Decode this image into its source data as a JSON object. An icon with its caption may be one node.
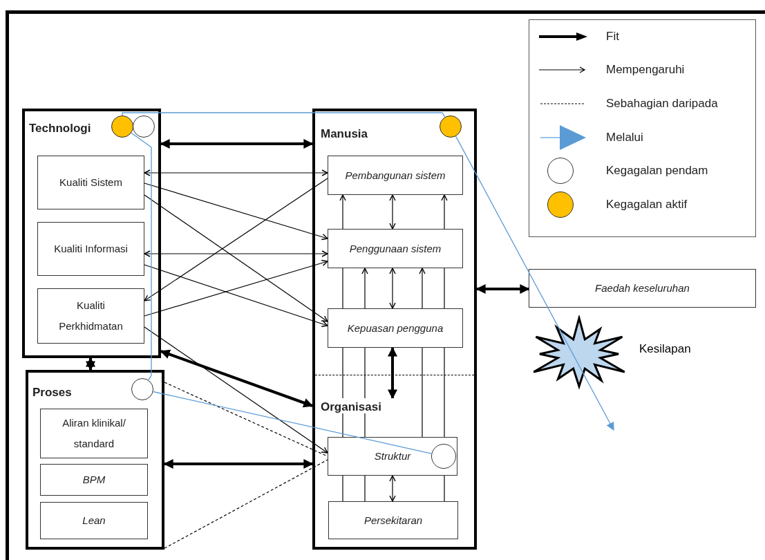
{
  "diagram": {
    "nodes": [
      {
        "text": [
          "Technologi"
        ]
      },
      {
        "text": [
          "Kualiti Sistem"
        ],
        "in": 0
      },
      {
        "text": [
          "Kualiti Informasi"
        ],
        "in": 0
      },
      {
        "text": [
          "Kualiti Perkhidmatan"
        ],
        "in": 0
      },
      {
        "text": [
          "Manusia"
        ]
      },
      {
        "text": [
          "Pembangunan sistem"
        ],
        "in": 4
      },
      {
        "text": [
          "Penggunaan sistem"
        ],
        "in": 4
      },
      {
        "text": [
          "Kepuasan pengguna"
        ],
        "in": 4
      },
      {
        "text": [
          "Struktur"
        ],
        "in": 4
      },
      {
        "text": [
          "Persekitaran"
        ],
        "in": 4
      },
      {
        "text": [
          "Proses"
        ]
      },
      {
        "text": [
          "Aliran klinikal/ standard"
        ],
        "in": 10
      },
      {
        "text": [
          "BPM"
        ],
        "in": 10
      },
      {
        "text": [
          "Lean"
        ],
        "in": 10
      },
      {
        "text": [
          "Faedah keseluruhan"
        ]
      },
      {
        "text": [],
        "shape": "starburst",
        "beside": [
          "Kesilapan"
        ]
      },
      {
        "text": [],
        "shape": "circle",
        "in": 0
      },
      {
        "text": [],
        "shape": "circle",
        "in": 0
      },
      {
        "text": [],
        "shape": "circle",
        "in": 4
      },
      {
        "text": [],
        "shape": "circle",
        "in": 10
      },
      {
        "text": [],
        "shape": "circle",
        "in": 8
      },
      {
        "text": [
          "Organisasi"
        ],
        "in": 4
      }
    ],
    "edges": [
      {
        "from": 0,
        "to": 4,
        "arrow": "both",
        "style": "thick"
      },
      {
        "from": 0,
        "to": 10,
        "arrow": "both",
        "style": "thick"
      },
      {
        "from": 10,
        "to": 4,
        "arrow": "both",
        "style": "thick"
      },
      {
        "from": 4,
        "to": 14,
        "arrow": "both",
        "style": "thick"
      },
      {
        "from": 0,
        "to": 4,
        "arrow": "both",
        "style": "thick"
      },
      {
        "from": 7,
        "to": 21,
        "arrow": "both",
        "style": "thick"
      },
      {
        "from": 5,
        "to": 1,
        "arrow": "both"
      },
      {
        "from": 1,
        "to": 6,
        "arrow": "to"
      },
      {
        "from": 1,
        "to": 7,
        "arrow": "to"
      },
      {
        "from": 2,
        "to": 6,
        "arrow": "both"
      },
      {
        "from": 2,
        "to": 7,
        "arrow": "to"
      },
      {
        "from": 5,
        "to": 3,
        "arrow": "to"
      },
      {
        "from": 3,
        "to": 6,
        "arrow": "to"
      },
      {
        "from": 3,
        "to": 8,
        "arrow": "to"
      },
      {
        "from": 9,
        "to": 8,
        "arrow": "none"
      },
      {
        "from": 8,
        "to": 21,
        "arrow": "none"
      },
      {
        "from": 21,
        "to": 7,
        "arrow": "none"
      },
      {
        "from": 7,
        "to": 6,
        "arrow": "none"
      },
      {
        "from": 6,
        "to": 5,
        "arrow": "to"
      },
      {
        "from": 9,
        "to": 8,
        "arrow": "none"
      },
      {
        "from": 8,
        "to": 21,
        "arrow": "none"
      },
      {
        "from": 21,
        "to": 7,
        "arrow": "none"
      },
      {
        "from": 7,
        "to": 6,
        "arrow": "to"
      },
      {
        "from": 8,
        "to": 7,
        "arrow": "none"
      },
      {
        "from": 7,
        "to": 6,
        "arrow": "to"
      },
      {
        "from": 9,
        "to": 8,
        "arrow": "none"
      },
      {
        "from": 8,
        "to": 7,
        "arrow": "none"
      },
      {
        "from": 7,
        "to": 6,
        "arrow": "none"
      },
      {
        "from": 6,
        "to": 5,
        "arrow": "to"
      },
      {
        "from": 5,
        "to": 6,
        "arrow": "both"
      },
      {
        "from": 6,
        "to": 7,
        "arrow": "both"
      },
      {
        "from": 8,
        "to": 9,
        "arrow": "both"
      },
      {
        "from": 10,
        "to": 8,
        "arrow": "none",
        "style": "dashed"
      },
      {
        "from": 10,
        "to": 8,
        "arrow": "none",
        "style": "dashed"
      },
      {
        "from": 16,
        "to": 18,
        "arrow": "none",
        "color": "#5b9bd5"
      },
      {
        "from": 18,
        "to": null,
        "arrow": "to",
        "color": "#5b9bd5"
      },
      {
        "from": 16,
        "to": 19,
        "arrow": "none",
        "color": "#5b9bd5"
      },
      {
        "from": 19,
        "to": 20,
        "arrow": "none",
        "color": "#5b9bd5"
      }
    ],
    "legend": [
      {
        "text": "Fit"
      },
      {
        "text": "Mempengaruhi"
      },
      {
        "text": "Sebahagian daripada"
      },
      {
        "text": "Melalui"
      },
      {
        "text": "Kegagalan pendam"
      },
      {
        "text": "Kegagalan aktif"
      }
    ]
  }
}
